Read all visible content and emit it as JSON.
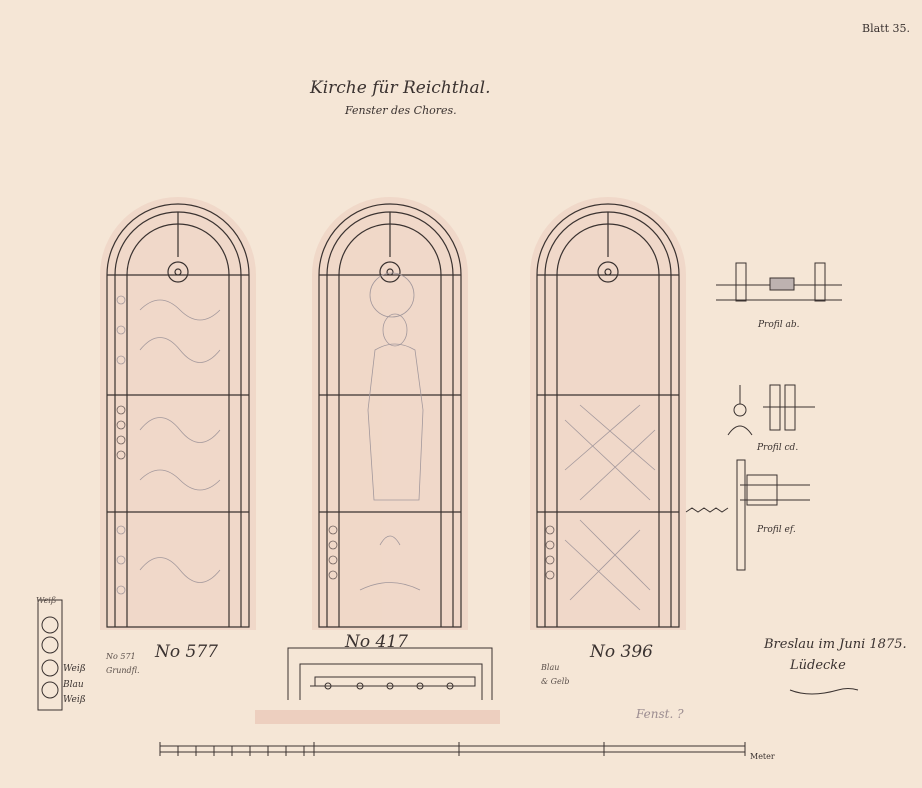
{
  "sheet_number": "Blatt 35.",
  "title": "Kirche für Reichthal.",
  "subtitle": "Fenster des Chores.",
  "windows": [
    {
      "number": "No 577"
    },
    {
      "number": "No 417"
    },
    {
      "number": "No 396"
    }
  ],
  "annotations": {
    "left_note_1": "No 571",
    "left_note_2": "Grundfl.",
    "right_note_1": "Blau",
    "right_note_2": "& Gelb",
    "detail_weiss_top": "Weiß",
    "detail_blau": "Blau",
    "detail_weiss_bottom": "Weiß",
    "left_detail_label": "Weiß"
  },
  "profiles": {
    "a": "Profil ab.",
    "b": "Profil cd.",
    "c": "Profil ef."
  },
  "signature": {
    "place_date": "Breslau im Juni 1875.",
    "name": "Lüdecke"
  },
  "pencil_note": "Fenst. ?",
  "scale_unit": "Meter",
  "colors": {
    "paper": "#f5e6d6",
    "ink": "#3a3230",
    "wash": "#ecc9b8"
  }
}
